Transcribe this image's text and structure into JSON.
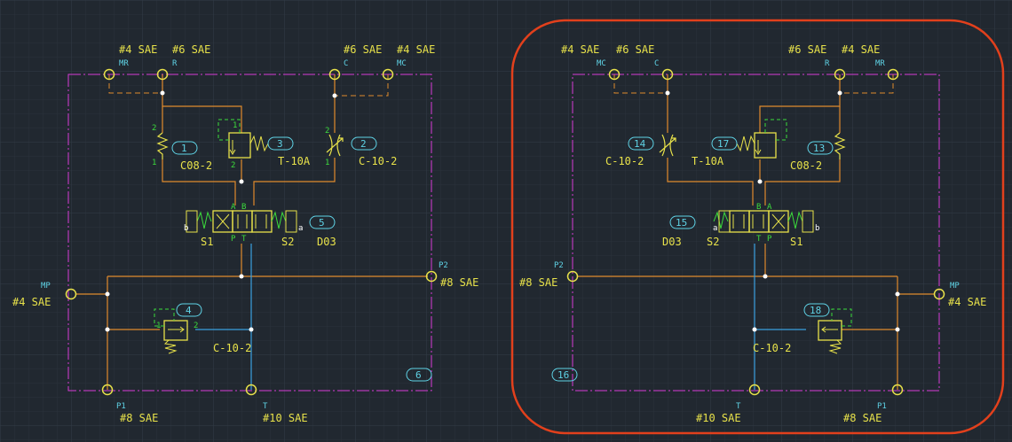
{
  "colors": {
    "background": "#212830",
    "grid_minor": "#2a323b",
    "grid_major": "#333d47",
    "frame": "#d63bd6",
    "pressure_line": "#e08a2c",
    "tank_line": "#3aa0e0",
    "component": "#e8e24a",
    "pilot": "#3cdc3c",
    "label": "#e8e24a",
    "port_label": "#5fd3e6",
    "balloon": "#5fd3e6",
    "highlight": "#e2401c"
  },
  "left": {
    "ports_top": [
      {
        "size": "#4 SAE",
        "name": "MR"
      },
      {
        "size": "#6 SAE",
        "name": "R"
      },
      {
        "size": "#6 SAE",
        "name": "C"
      },
      {
        "size": "#4 SAE",
        "name": "MC"
      }
    ],
    "port_mp": {
      "size": "#4 SAE",
      "name": "MP"
    },
    "port_p2": {
      "size": "#8 SAE",
      "name": "P2"
    },
    "port_p1": {
      "size": "#8 SAE",
      "name": "P1"
    },
    "port_t": {
      "size": "#10 SAE",
      "name": "T"
    },
    "components": [
      {
        "balloon": "1",
        "model": "C08-2"
      },
      {
        "balloon": "3",
        "model": "T-10A"
      },
      {
        "balloon": "2",
        "model": "C-10-2"
      },
      {
        "balloon": "5",
        "model": "D03",
        "sol_left": "S1",
        "sol_right": "S2",
        "end_left": "b",
        "end_right": "a",
        "ports": [
          "A",
          "B",
          "P",
          "T"
        ]
      },
      {
        "balloon": "4",
        "model": "C-10-2"
      }
    ],
    "pilot_nums": [
      "1",
      "2"
    ],
    "block_balloon": "6"
  },
  "right": {
    "ports_top": [
      {
        "size": "#4 SAE",
        "name": "MC"
      },
      {
        "size": "#6 SAE",
        "name": "C"
      },
      {
        "size": "#6 SAE",
        "name": "R"
      },
      {
        "size": "#4 SAE",
        "name": "MR"
      }
    ],
    "port_mp": {
      "size": "#4 SAE",
      "name": "MP"
    },
    "port_p2": {
      "size": "#8 SAE",
      "name": "P2"
    },
    "port_p1": {
      "size": "#8 SAE",
      "name": "P1"
    },
    "port_t": {
      "size": "#10 SAE",
      "name": "T"
    },
    "components": [
      {
        "balloon": "14",
        "model": "C-10-2"
      },
      {
        "balloon": "17",
        "model": "T-10A"
      },
      {
        "balloon": "13",
        "model": "C08-2"
      },
      {
        "balloon": "15",
        "model": "D03",
        "sol_left": "S2",
        "sol_right": "S1",
        "end_left": "a",
        "end_right": "b",
        "ports": [
          "B",
          "A",
          "T",
          "P"
        ]
      },
      {
        "balloon": "18",
        "model": "C-10-2"
      }
    ],
    "block_balloon": "16"
  }
}
